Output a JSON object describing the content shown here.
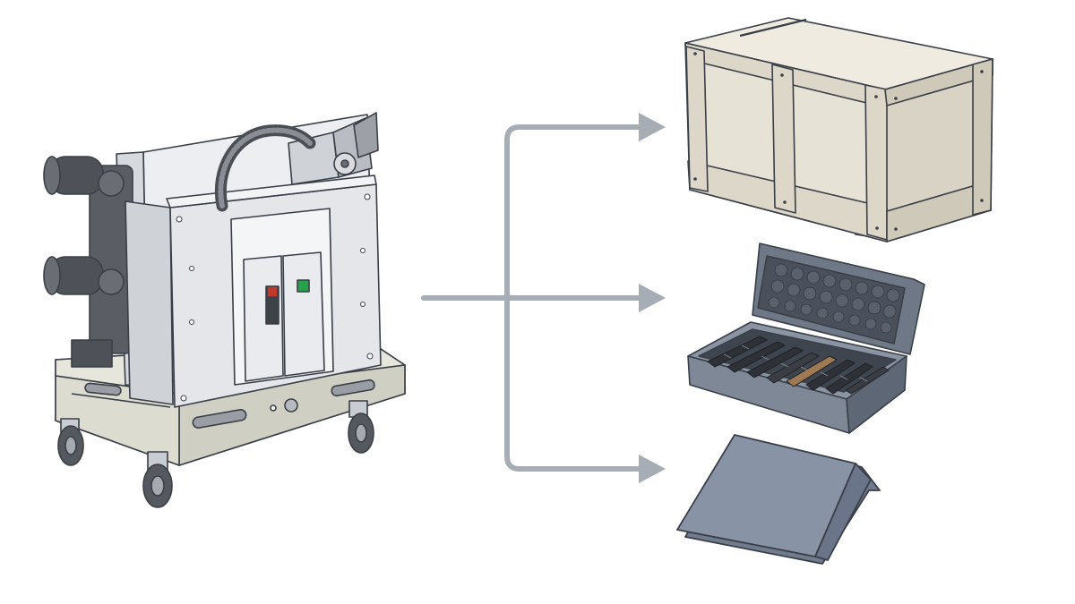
{
  "colors": {
    "background": "#ffffff",
    "outline": "#3a3f47",
    "cabinet": "#e4e6ea",
    "cabinet_dark": "#c9ccd2",
    "frame": "#dcdcd2",
    "insulator": "#5a5e64",
    "arrow": "#a7adb4",
    "crate": "#e7e2d6",
    "crate_dark": "#d2ccbd",
    "case": "#7f8896",
    "case_dark": "#5e6775",
    "foam": "#4a515c",
    "folder": "#8893a6",
    "indicator_red": "#c0392b",
    "indicator_green": "#27a04a"
  },
  "diagram": {
    "source": {
      "name": "vacuum-circuit-breaker-truck",
      "icon": "circuit-breaker-icon"
    },
    "targets": [
      {
        "name": "wooden-shipping-crate",
        "icon": "crate-icon"
      },
      {
        "name": "spare-parts-case",
        "icon": "parts-case-icon"
      },
      {
        "name": "document-folder",
        "icon": "folder-icon"
      }
    ]
  }
}
